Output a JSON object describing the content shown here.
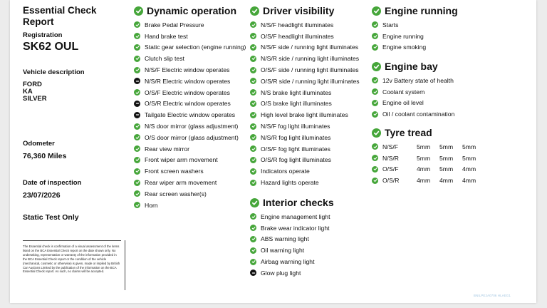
{
  "report": {
    "title": "Essential Check Report",
    "registration_label": "Registration",
    "registration": "SK62 OUL",
    "vehicle_description_label": "Vehicle description",
    "vehicle_lines": [
      "FORD",
      "KA",
      "SILVER"
    ],
    "odometer_label": "Odometer",
    "odometer": "76,360 Miles",
    "inspection_date_label": "Date of inspection",
    "inspection_date": "23/07/2026",
    "static_test": "Static Test Only",
    "disclaimer": "The Essential check is confirmation of a visual assessment of the items listed on the BCA Essential Check report on the date shown only. No undertaking, representation or warranty of the information provided in the BCA Essential Check report or the condition of the vehicle (mechanical, cosmetic or otherwise) is given, made or implied by British Car Auctions Limited by the publication of the information on the BCA Essential Check report. As such, no claims will be accepted.",
    "footer_code": "BNILPE2A0706 HLAEG1"
  },
  "colors": {
    "pass": "#46a63a",
    "fail": "#111111"
  },
  "sections": {
    "dynamic": {
      "title": "Dynamic operation",
      "items": [
        {
          "label": "Brake Pedal Pressure",
          "status": "pass"
        },
        {
          "label": "Hand brake test",
          "status": "pass"
        },
        {
          "label": "Static gear selection (engine running)",
          "status": "pass"
        },
        {
          "label": "Clutch slip test",
          "status": "pass"
        },
        {
          "label": "N/S/F Electric window operates",
          "status": "pass"
        },
        {
          "label": "N/S/R Electric window operates",
          "status": "fail"
        },
        {
          "label": "O/S/F Electric window operates",
          "status": "pass"
        },
        {
          "label": "O/S/R Electric window operates",
          "status": "fail"
        },
        {
          "label": "Tailgate Electric window operates",
          "status": "fail"
        },
        {
          "label": "N/S door mirror (glass adjustment)",
          "status": "pass"
        },
        {
          "label": "O/S door mirror (glass adjustment)",
          "status": "pass"
        },
        {
          "label": "Rear view mirror",
          "status": "pass"
        },
        {
          "label": "Front wiper arm movement",
          "status": "pass"
        },
        {
          "label": "Front screen washers",
          "status": "pass"
        },
        {
          "label": "Rear wiper arm movement",
          "status": "pass"
        },
        {
          "label": "Rear screen washer(s)",
          "status": "pass"
        },
        {
          "label": "Horn",
          "status": "pass"
        }
      ]
    },
    "visibility": {
      "title": "Driver visibility",
      "items": [
        {
          "label": "N/S/F headlight illuminates",
          "status": "pass"
        },
        {
          "label": "O/S/F headlight illuminates",
          "status": "pass"
        },
        {
          "label": "N/S/F side / running light illuminates",
          "status": "pass"
        },
        {
          "label": "N/S/R side / running light illuminates",
          "status": "pass"
        },
        {
          "label": "O/S/F side / running light illuminates",
          "status": "pass"
        },
        {
          "label": "O/S/R side / running light illuminates",
          "status": "pass"
        },
        {
          "label": "N/S brake light illuminates",
          "status": "pass"
        },
        {
          "label": "O/S brake light illuminates",
          "status": "pass"
        },
        {
          "label": "High level brake light illuminates",
          "status": "pass"
        },
        {
          "label": "N/S/F fog light illuminates",
          "status": "pass"
        },
        {
          "label": "N/S/R fog light illuminates",
          "status": "pass"
        },
        {
          "label": "O/S/F fog light illuminates",
          "status": "pass"
        },
        {
          "label": "O/S/R fog light illuminates",
          "status": "pass"
        },
        {
          "label": "Indicators operate",
          "status": "pass"
        },
        {
          "label": "Hazard lights operate",
          "status": "pass"
        }
      ]
    },
    "interior": {
      "title": "Interior checks",
      "items": [
        {
          "label": "Engine management light",
          "status": "pass"
        },
        {
          "label": "Brake wear indicator light",
          "status": "pass"
        },
        {
          "label": "ABS warning light",
          "status": "pass"
        },
        {
          "label": "Oil warning light",
          "status": "pass"
        },
        {
          "label": "Airbag warning light",
          "status": "pass"
        },
        {
          "label": "Glow plug light",
          "status": "fail"
        }
      ]
    },
    "engine_running": {
      "title": "Engine running",
      "items": [
        {
          "label": "Starts",
          "status": "pass"
        },
        {
          "label": "Engine running",
          "status": "pass"
        },
        {
          "label": "Engine smoking",
          "status": "pass"
        }
      ]
    },
    "engine_bay": {
      "title": "Engine bay",
      "items": [
        {
          "label": "12v Battery state of health",
          "status": "pass"
        },
        {
          "label": "Coolant system",
          "status": "pass"
        },
        {
          "label": "Engine oil level",
          "status": "pass"
        },
        {
          "label": "Oil / coolant contamination",
          "status": "pass"
        }
      ]
    },
    "tyres": {
      "title": "Tyre tread",
      "rows": [
        {
          "position": "N/S/F",
          "depths": [
            "5mm",
            "5mm",
            "5mm"
          ],
          "status": "pass"
        },
        {
          "position": "N/S/R",
          "depths": [
            "5mm",
            "5mm",
            "5mm"
          ],
          "status": "pass"
        },
        {
          "position": "O/S/F",
          "depths": [
            "4mm",
            "5mm",
            "4mm"
          ],
          "status": "pass"
        },
        {
          "position": "O/S/R",
          "depths": [
            "4mm",
            "4mm",
            "4mm"
          ],
          "status": "pass"
        }
      ]
    }
  }
}
